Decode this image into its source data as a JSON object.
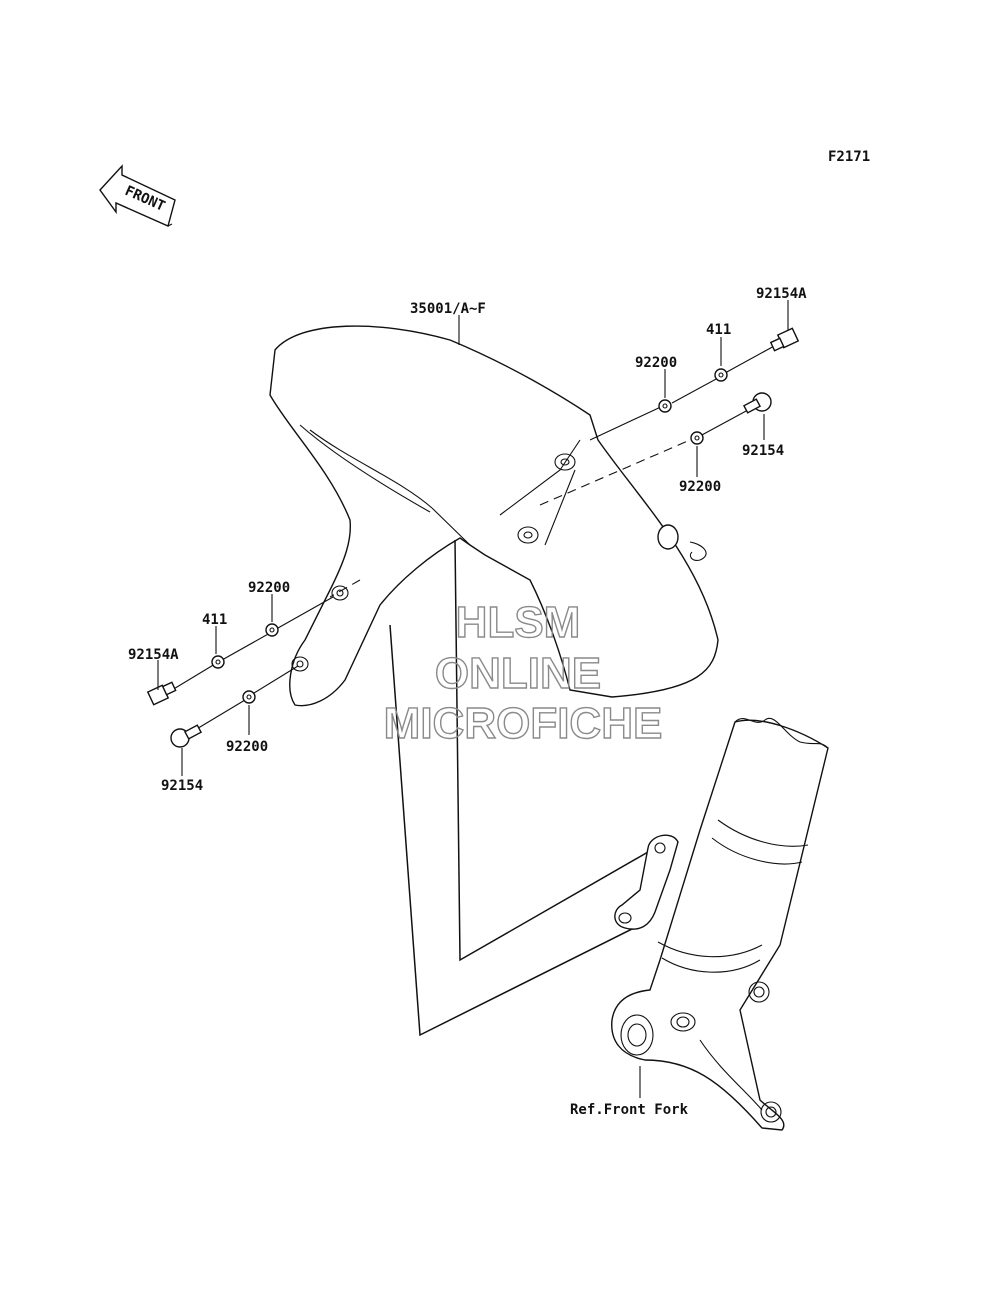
{
  "figure_code": "F2171",
  "front_arrow_text": "FRONT",
  "watermark": {
    "line1": "HLSM",
    "line2": "ONLINE",
    "line3": "MICROFICHE"
  },
  "labels": {
    "fender": "35001/A~F",
    "bolt_a_right": "92154A",
    "collar_right": "411",
    "washer_right_top": "92200",
    "bolt_right": "92154",
    "washer_right_bottom": "92200",
    "washer_left_top": "92200",
    "collar_left": "411",
    "bolt_a_left": "92154A",
    "washer_left_bottom": "92200",
    "bolt_left": "92154",
    "front_fork_ref": "Ref.Front Fork"
  }
}
